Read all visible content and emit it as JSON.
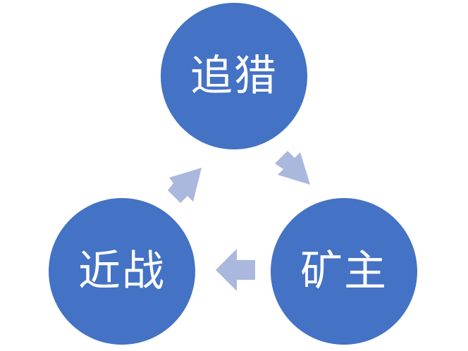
{
  "diagram": {
    "type": "cycle",
    "nodes": [
      {
        "id": "top",
        "label": "追猎"
      },
      {
        "id": "right",
        "label": "矿主"
      },
      {
        "id": "left",
        "label": "近战"
      }
    ],
    "edges": [
      {
        "from": "top",
        "to": "right"
      },
      {
        "from": "right",
        "to": "left"
      },
      {
        "from": "left",
        "to": "top"
      }
    ],
    "colors": {
      "node_fill": "#4472C4",
      "arrow_fill": "#A9B8DC",
      "label_color": "#FFFFFF",
      "background": "#FFFFFF"
    }
  }
}
